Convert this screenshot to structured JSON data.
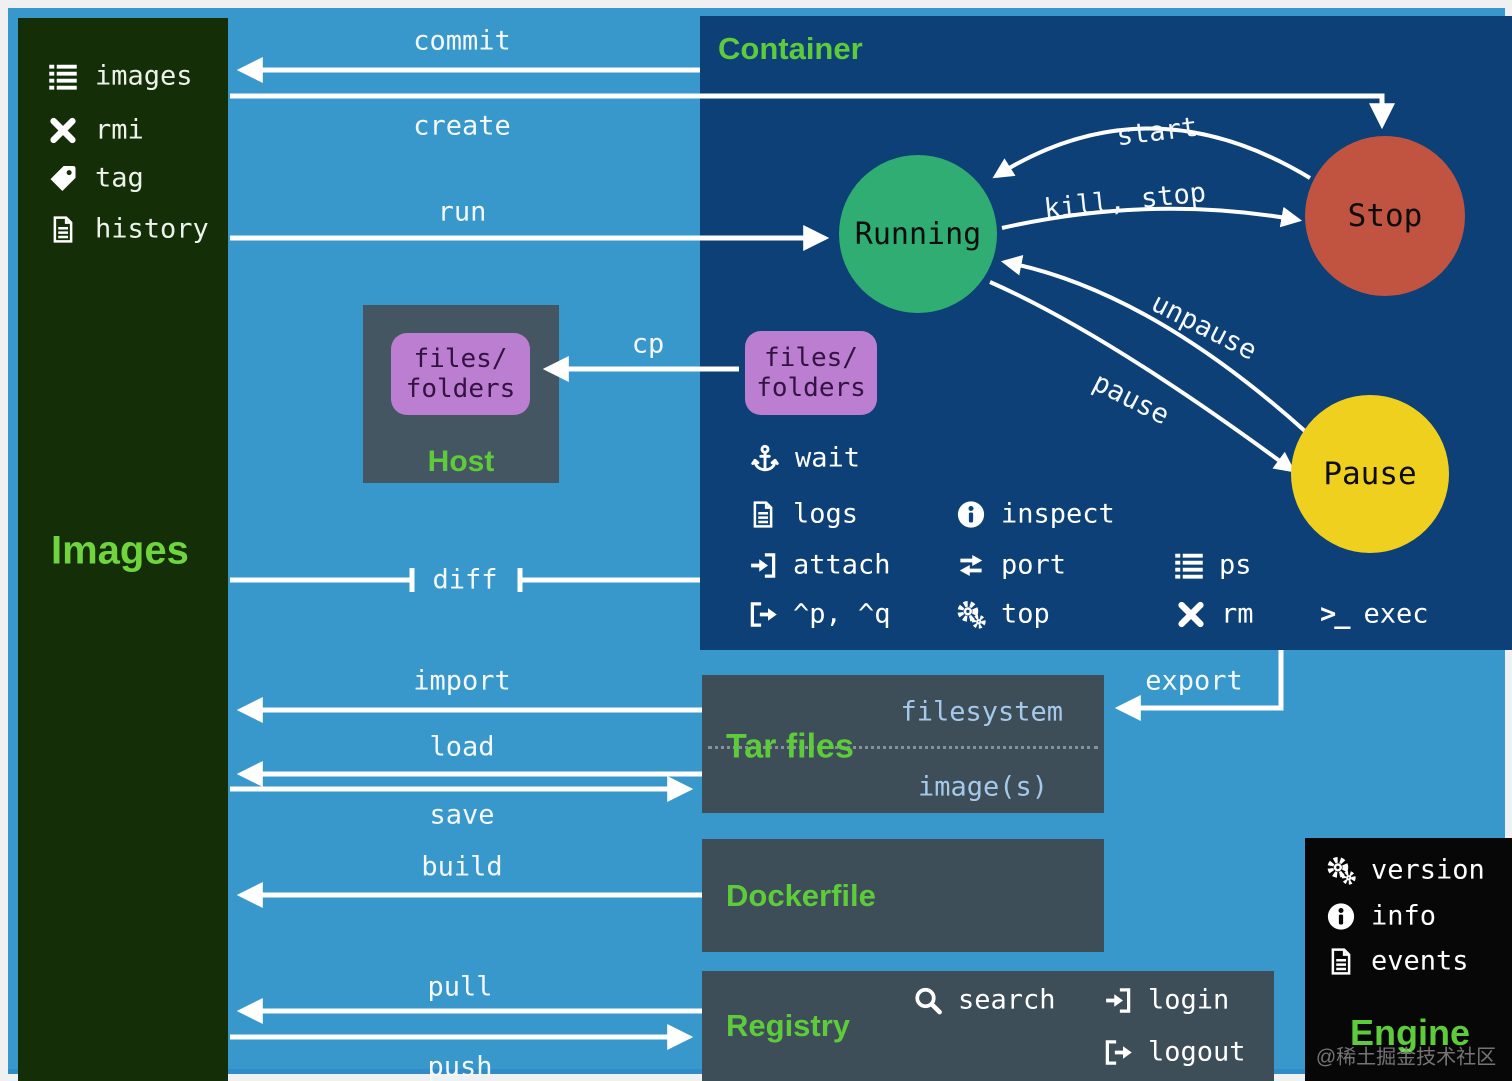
{
  "sidebar": {
    "title": "Images",
    "items": [
      {
        "icon": "list-icon",
        "label": "images"
      },
      {
        "icon": "x-icon",
        "label": "rmi"
      },
      {
        "icon": "tag-icon",
        "label": "tag"
      },
      {
        "icon": "file-icon",
        "label": "history"
      }
    ]
  },
  "edges": {
    "commit": "commit",
    "create": "create",
    "run": "run",
    "cp": "cp",
    "diff": "diff",
    "import": "import",
    "load": "load",
    "save": "save",
    "build": "build",
    "pull": "pull",
    "push": "push",
    "export": "export"
  },
  "container": {
    "title": "Container",
    "states": {
      "running": "Running",
      "stop": "Stop",
      "pause": "Pause"
    },
    "transitions": {
      "start": "start",
      "kill_stop": "kill, stop",
      "unpause": "unpause",
      "pause": "pause"
    },
    "files_box": {
      "line1": "files/",
      "line2": "folders"
    },
    "commands": {
      "wait": "wait",
      "logs": "logs",
      "attach": "attach",
      "detach": "^p, ^q",
      "inspect": "inspect",
      "port": "port",
      "top": "top",
      "ps": "ps",
      "rm": "rm",
      "exec_prompt": ">_",
      "exec": "exec"
    }
  },
  "host": {
    "title": "Host",
    "files_box": {
      "line1": "files/",
      "line2": "folders"
    }
  },
  "tar": {
    "title": "Tar files",
    "top_label": "filesystem",
    "bottom_label": "image(s)"
  },
  "dockerfile": {
    "title": "Dockerfile"
  },
  "registry": {
    "title": "Registry",
    "commands": {
      "search": "search",
      "login": "login",
      "logout": "logout"
    }
  },
  "engine": {
    "title": "Engine",
    "commands": {
      "version": "version",
      "info": "info",
      "events": "events"
    },
    "watermark": "@稀土掘金技术社区"
  },
  "colors": {
    "background": "#3998cb",
    "container_bg": "#0d4076",
    "sidebar_bg": "#142f08",
    "accent_green": "#5ecb3a",
    "running": "#2fad72",
    "stop": "#c05440",
    "pause": "#f0d01f",
    "purple": "#bc7ed0",
    "panel_slate": "#3d4e59",
    "host_slate": "#455663",
    "engine_black": "#070707",
    "light_blue_text": "#a6c9ea",
    "arrow_white": "#ffffff"
  }
}
